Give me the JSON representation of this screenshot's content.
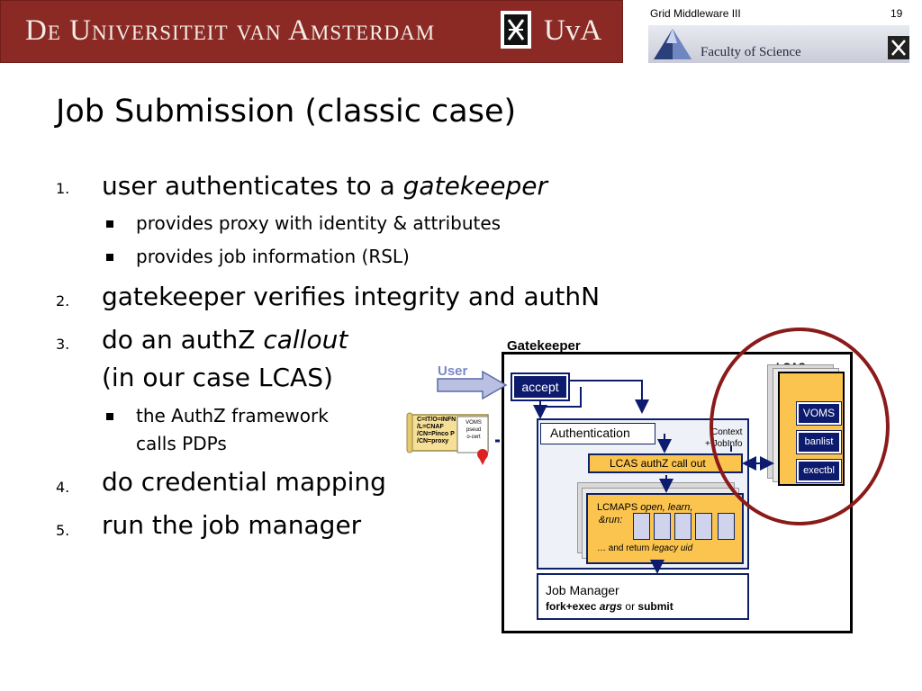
{
  "header": {
    "university_name": "De Universiteit van Amsterdam",
    "university_abbr": "UvA",
    "course_title": "Grid Middleware III",
    "slide_number": "19",
    "faculty_name": "Faculty of Science"
  },
  "slide": {
    "title": "Job Submission (classic case)",
    "items": [
      {
        "num": "1.",
        "text": "user authenticates to a ",
        "italic": "gatekeeper",
        "subitems": [
          "provides proxy with identity & attributes",
          "provides job information (RSL)"
        ]
      },
      {
        "num": "2.",
        "text": "gatekeeper verifies integrity and authN"
      },
      {
        "num": "3.",
        "text": "do an authZ ",
        "italic": "callout",
        "line2": "(in our case LCAS)",
        "subitems": [
          "the AuthZ framework",
          "calls PDPs"
        ]
      },
      {
        "num": "4.",
        "text": "do credential mapping"
      },
      {
        "num": "5.",
        "text": "run the job manager"
      }
    ]
  },
  "diagram": {
    "gatekeeper_label": "Gatekeeper",
    "user_label": "User",
    "accept_label": "accept",
    "authentication_label": "Authentication",
    "context_label": "Context",
    "jobinfo_label": "+ JobInfo",
    "lcas_call_label": "LCAS authZ call out",
    "lcmaps_label": "LCMAPS ",
    "lcmaps_italic": "open, learn,",
    "lcmaps_run": "&run:",
    "lcmaps_return": "… and return ",
    "lcmaps_return_italic": "legacy uid",
    "job_manager_label": "Job Manager",
    "job_manager_fork": "fork+exec ",
    "job_manager_args": "args",
    "job_manager_or": " or ",
    "job_manager_submit": "submit",
    "lcas_label": "LCAS",
    "plugins": [
      "VOMS",
      "banlist",
      "exectbl"
    ],
    "cert_lines": [
      "C=IT/O=INFN",
      "/L=CNAF",
      "/CN=Pinco P",
      "/CN=proxy"
    ],
    "voms_lines": [
      "VOMS",
      "pseud",
      "o-cert"
    ]
  },
  "colors": {
    "banner": "#8b2a25",
    "navy": "#0d1b6e",
    "gold": "#fbc44f",
    "highlight_ring": "#8b1a1a"
  }
}
